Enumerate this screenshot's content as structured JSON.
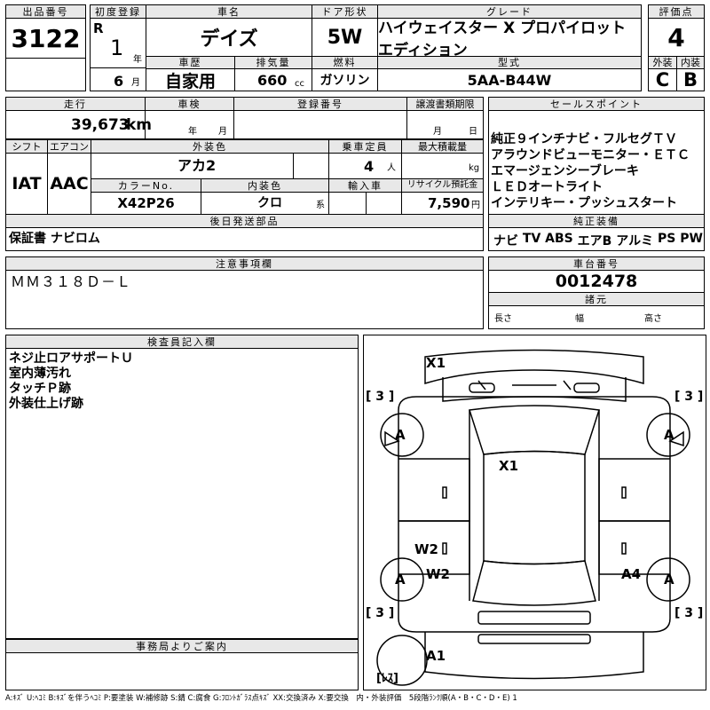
{
  "header": {
    "lot_label": "出品番号",
    "lot_value": "3122",
    "first_reg_label": "初度登録",
    "era": "R",
    "first_reg_year": "1",
    "year_unit": "年",
    "first_reg_month": "6",
    "month_unit": "月",
    "name_label": "車名",
    "name_value": "デイズ",
    "door_label": "ドア形状",
    "door_value": "5W",
    "grade_label": "グレード",
    "grade_value": "ハイウェイスター X プロパイロットエディション",
    "score_label": "評価点",
    "score_value": "4",
    "history_label": "車歴",
    "history_value": "自家用",
    "displacement_label": "排気量",
    "displacement_value": "660",
    "displacement_unit": "cc",
    "fuel_label": "燃料",
    "fuel_value": "ガソリン",
    "model_label": "型式",
    "model_value": "5AA-B44W",
    "ext_label": "外装",
    "ext_value": "C",
    "int_label": "内装",
    "int_value": "B"
  },
  "row2": {
    "mileage_label": "走行",
    "mileage_value": "39,673",
    "mileage_unit": "km",
    "inspection_label": "車検",
    "year_unit": "年",
    "month_unit": "月",
    "reg_no_label": "登録番号",
    "transfer_label": "譲渡書類期限",
    "day_unit": "日",
    "shift_label": "シフト",
    "shift_value": "IAT",
    "ac_label": "エアコン",
    "ac_value": "AAC",
    "ext_color_label": "外装色",
    "ext_color_value": "アカ2",
    "capacity_label": "乗車定員",
    "capacity_value": "4",
    "capacity_unit": "人",
    "load_label": "最大積載量",
    "load_unit": "kg",
    "color_no_label": "カラーNo.",
    "color_no_value": "X42P26",
    "int_color_label": "内装色",
    "int_color_value": "クロ",
    "int_color_unit": "系",
    "import_label": "輸入車",
    "recycle_label": "リサイクル預託金",
    "recycle_value": "7,590",
    "recycle_unit": "円",
    "later_label": "後日発送部品",
    "later_value": "保証書 ナビロム"
  },
  "sales": {
    "label": "セールスポイント",
    "lines": [
      "純正９インチナビ・フルセグＴＶ",
      "アラウンドビューモニター・ＥＴＣ",
      "エマージェンシーブレーキ",
      "ＬＥＤオートライト",
      "インテリキー・プッシュスタート"
    ],
    "equip_label": "純正装備",
    "equip_items": [
      "ナビ",
      "TV",
      "ABS",
      "エアB",
      "アルミ",
      "PS",
      "PW"
    ]
  },
  "notes": {
    "label": "注意事項欄",
    "value": "ＭＭ３１８Ｄ－Ｌ"
  },
  "chassis": {
    "label": "車台番号",
    "value": "0012478",
    "dims_label": "諸元",
    "length_label": "長さ",
    "width_label": "幅",
    "height_label": "高さ"
  },
  "inspector": {
    "label": "検査員記入欄",
    "lines": [
      "ネジ止ロアサポートＵ",
      "室内薄汚れ",
      "タッチＰ跡",
      "外装仕上げ跡"
    ]
  },
  "office": {
    "label": "事務局よりご案内"
  },
  "diagram": {
    "x1_top": "X1",
    "x1_center": "X1",
    "w2_a": "W2",
    "w2_b": "W2",
    "a4": "A4",
    "a1": "A1",
    "tire_fl": "A",
    "tire_fr": "A",
    "tire_rl": "A",
    "tire_rr": "A",
    "tread_tl": "[ 3 ]",
    "tread_tr": "[ 3 ]",
    "tread_bl": "[ 3 ]",
    "tread_br": "[ 3 ]",
    "spare": "[ﾚｽ]"
  },
  "legend": "A:ｷｽﾞ U:ﾍｺﾐ B:ｷｽﾞを伴うﾍｺﾐ P:要塗装 W:補修跡 S:錆 C:腐食 G:ﾌﾛﾝﾄｶﾞﾗｽ点ｷｽﾞ XX:交換済み X:要交換　内・外装評価　5段階ﾗﾝｸ順(A・B・C・D・E) 1"
}
